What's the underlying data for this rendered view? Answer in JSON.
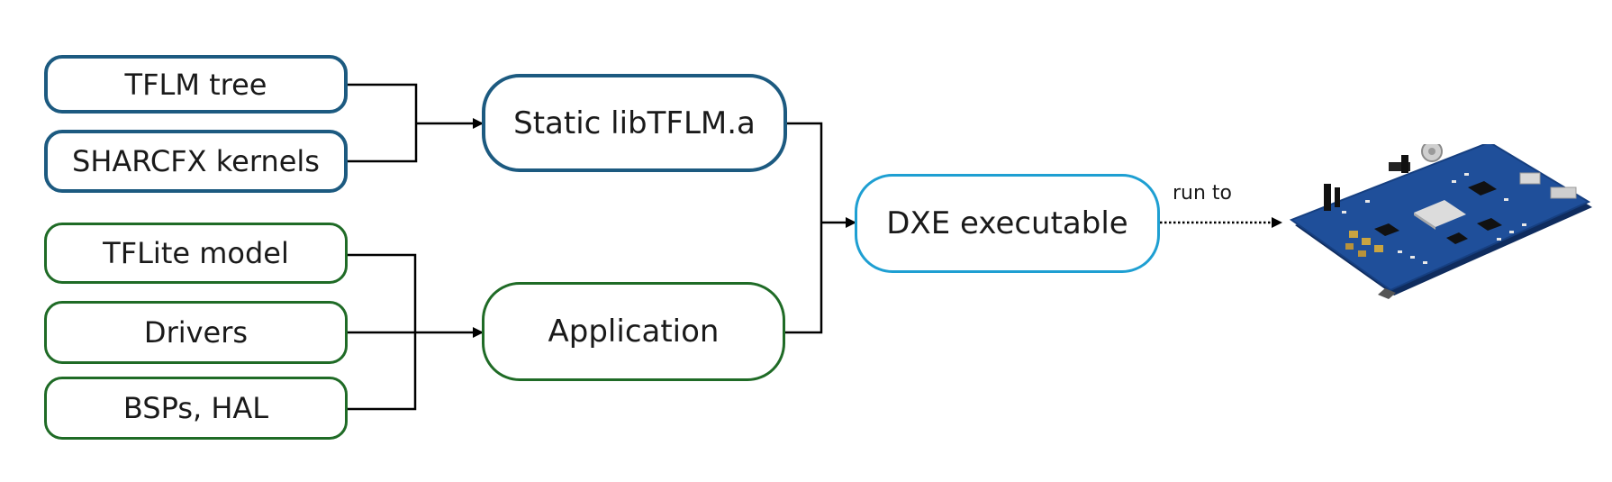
{
  "inputs_blue": [
    {
      "label": "TFLM tree"
    },
    {
      "label": "SHARCFX kernels"
    }
  ],
  "inputs_green": [
    {
      "label": "TFLite model"
    },
    {
      "label": "Drivers"
    },
    {
      "label": "BSPs, HAL"
    }
  ],
  "library": {
    "label": "Static libTFLM.a"
  },
  "application": {
    "label": "Application"
  },
  "executable": {
    "label": "DXE executable"
  },
  "run_label": "run to",
  "board": {
    "icon": "dev-board-image"
  },
  "colors": {
    "blue_border": "#1c5a80",
    "green_border": "#1f6b26",
    "cyan_border": "#1e9fd2",
    "board_pcb": "#1f4f9a"
  }
}
